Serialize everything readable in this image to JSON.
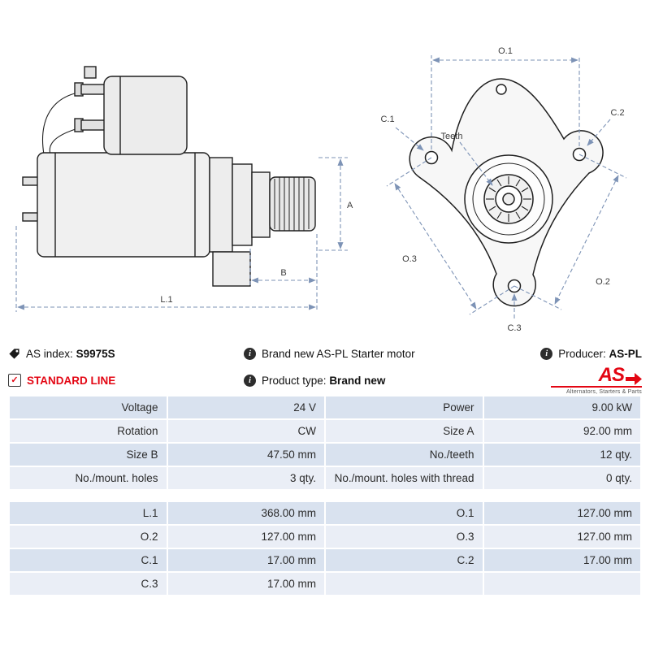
{
  "colors": {
    "accent_red": "#e30613",
    "dimension_line": "#7d93b6",
    "row_dark": "#d9e2ef",
    "row_light": "#eaeef6"
  },
  "diagram": {
    "side": {
      "a": "A",
      "b": "B",
      "l1": "L.1"
    },
    "front": {
      "o1": "O.1",
      "o2": "O.2",
      "o3": "O.3",
      "c1": "C.1",
      "c2": "C.2",
      "c3": "C.3",
      "teeth": "Teeth"
    }
  },
  "info": {
    "as_index_label": "AS index:",
    "as_index_value": "S9975S",
    "description": "Brand new AS-PL Starter motor",
    "producer_label": "Producer:",
    "producer_value": "AS-PL",
    "line_label": "STANDARD LINE",
    "product_type_label": "Product type:",
    "product_type_value": "Brand new",
    "brand_name": "AS",
    "brand_tagline": "Alternators, Starters & Parts"
  },
  "table": {
    "g0": [
      {
        "c1": "Voltage",
        "c2": "24 V",
        "c3": "Power",
        "c4": "9.00 kW"
      },
      {
        "c1": "Rotation",
        "c2": "CW",
        "c3": "Size A",
        "c4": "92.00 mm"
      },
      {
        "c1": "Size B",
        "c2": "47.50 mm",
        "c3": "No./teeth",
        "c4": "12 qty."
      },
      {
        "c1": "No./mount. holes",
        "c2": "3 qty.",
        "c3": "No./mount. holes with thread",
        "c4": "0 qty."
      }
    ],
    "g1": [
      {
        "c1": "L.1",
        "c2": "368.00 mm",
        "c3": "O.1",
        "c4": "127.00 mm"
      },
      {
        "c1": "O.2",
        "c2": "127.00 mm",
        "c3": "O.3",
        "c4": "127.00 mm"
      },
      {
        "c1": "C.1",
        "c2": "17.00 mm",
        "c3": "C.2",
        "c4": "17.00 mm"
      },
      {
        "c1": "C.3",
        "c2": "17.00 mm",
        "c3": "",
        "c4": ""
      }
    ]
  }
}
